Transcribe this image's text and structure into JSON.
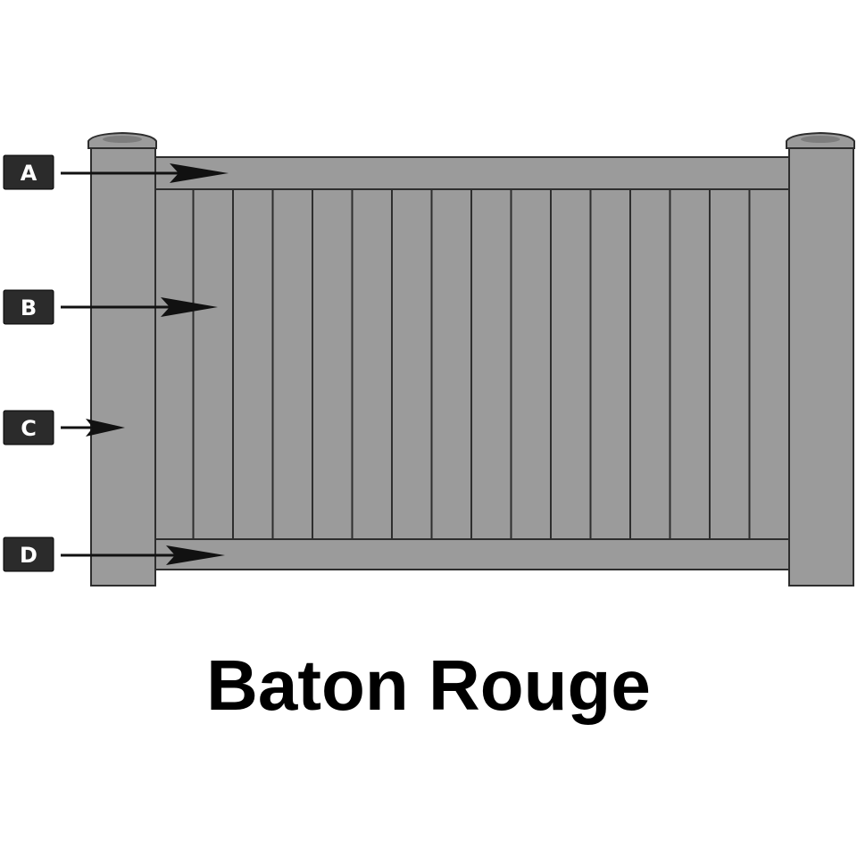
{
  "title": "Baton Rouge",
  "colors": {
    "fence_fill": "#9b9b9b",
    "outline": "#2e2e2e",
    "label_background": "#2b2b2b",
    "label_text": "#ffffff",
    "arrow": "#111111",
    "background": "#ffffff"
  },
  "callouts": [
    {
      "label": "A",
      "points_to": "top-rail"
    },
    {
      "label": "B",
      "points_to": "vertical-pickets"
    },
    {
      "label": "C",
      "points_to": "post"
    },
    {
      "label": "D",
      "points_to": "bottom-rail"
    }
  ],
  "picket_count": 16
}
